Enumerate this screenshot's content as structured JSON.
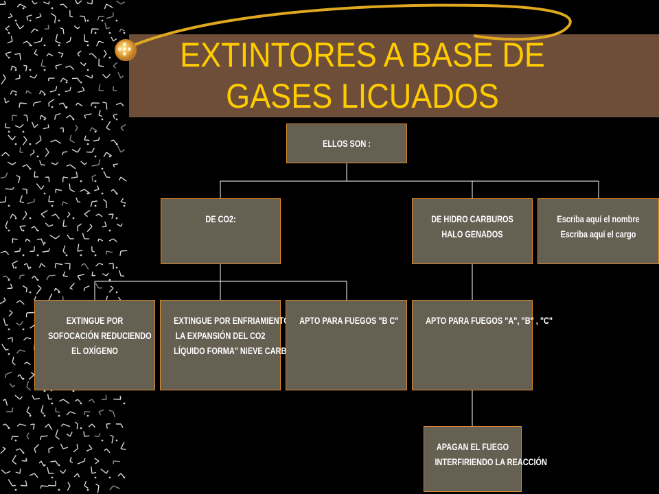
{
  "title": {
    "line1": "EXTINTORES A BASE DE",
    "line2": "GASES LICUADOS"
  },
  "colors": {
    "title": "#ffcc00",
    "band": "#6e4e38",
    "box_fill": "#666053",
    "box_border": "#e08a2c",
    "connector": "#ffffff"
  },
  "chart": {
    "root": {
      "lines": [
        "ELLOS SON :"
      ]
    },
    "co2": {
      "lines": [
        "DE  CO2:"
      ]
    },
    "hidro": {
      "lines": [
        "DE HIDRO CARBUROS",
        "HALO GENADOS"
      ]
    },
    "placeholder": {
      "lines": [
        "Escriba aquí el nombre",
        "Escriba aquí el cargo"
      ]
    },
    "sofocacion": {
      "lines": [
        "EXTINGUE POR",
        "SOFOCACIÓN REDUCIENDO",
        "EL OXÍGENO"
      ]
    },
    "enfriamiento": {
      "lines": [
        "EXTINGUE POR ENFRIAMIENTO :",
        "LA EXPANSIÓN DEL CO2",
        "LÍQUIDO FORMA\" NIEVE CARBÓNICA\""
      ]
    },
    "apto_bc": {
      "lines": [
        "APTO PARA FUEGOS \"B C\""
      ]
    },
    "apto_abc": {
      "lines": [
        "APTO PARA FUEGOS \"A\", \"B\" , \"C\""
      ]
    },
    "apagan": {
      "lines": [
        "APAGAN EL FUEGO",
        "INTERFIRIENDO LA REACCIÓN"
      ]
    }
  }
}
